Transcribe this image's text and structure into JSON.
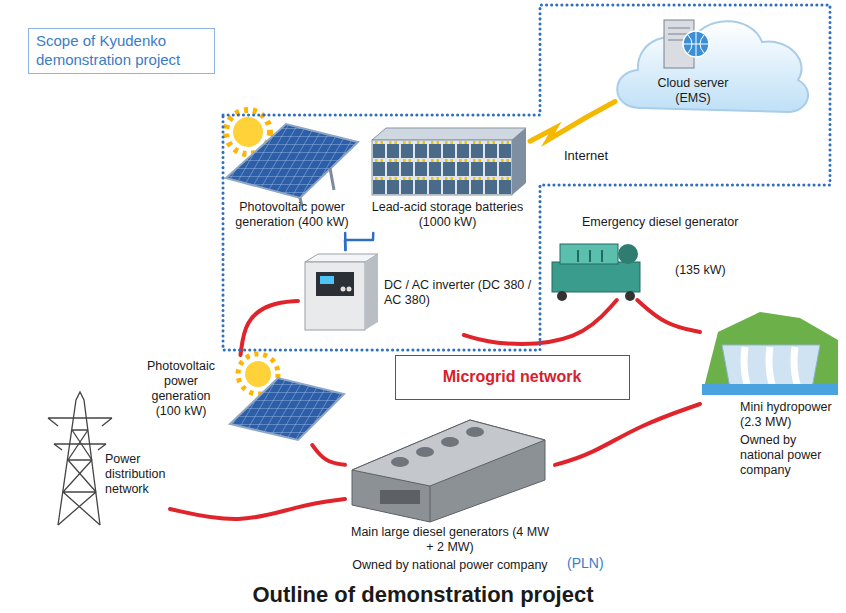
{
  "diagram": {
    "title": "Outline of demonstration project",
    "nodes": [
      {
        "text": [
          "Scope of Kyudenko demonstration project"
        ]
      },
      {
        "text": [
          "Cloud server (EMS)"
        ],
        "in": 0
      },
      {
        "text": [
          "Photovoltaic power generation (400 kW)"
        ],
        "in": 0
      },
      {
        "text": [
          "Lead-acid storage batteries (1000 kW)"
        ],
        "in": 0
      },
      {
        "text": [
          "DC / AC inverter (DC 380 / AC 380)"
        ],
        "in": 0
      },
      {
        "text": [
          "Emergency diesel generator",
          "(135 kW)"
        ]
      },
      {
        "text": [
          "Microgrid network"
        ]
      },
      {
        "text": [
          "Photovoltaic power generation (100 kW)"
        ]
      },
      {
        "text": [
          "Mini hydropower (2.3 MW)",
          "Owned by national power company"
        ]
      },
      {
        "text": [
          "Power distribution network"
        ]
      },
      {
        "text": [
          "Main large diesel generators (4 MW + 2 MW)",
          "Owned by national power company",
          "(PLN)"
        ]
      }
    ],
    "edges": [
      {
        "from": 2,
        "to": 4,
        "arrow": "none"
      },
      {
        "from": 3,
        "to": 4,
        "arrow": "none"
      },
      {
        "from": 3,
        "to": 1,
        "label": "Internet",
        "arrow": "none"
      },
      {
        "from": 4,
        "to": 5,
        "arrow": "none"
      },
      {
        "from": 5,
        "to": 8,
        "arrow": "none"
      },
      {
        "from": 8,
        "to": 10,
        "arrow": "none"
      },
      {
        "from": 10,
        "to": 7,
        "arrow": "none"
      },
      {
        "from": 7,
        "to": 4,
        "arrow": "none"
      },
      {
        "from": 9,
        "to": 10,
        "arrow": "none"
      }
    ]
  }
}
